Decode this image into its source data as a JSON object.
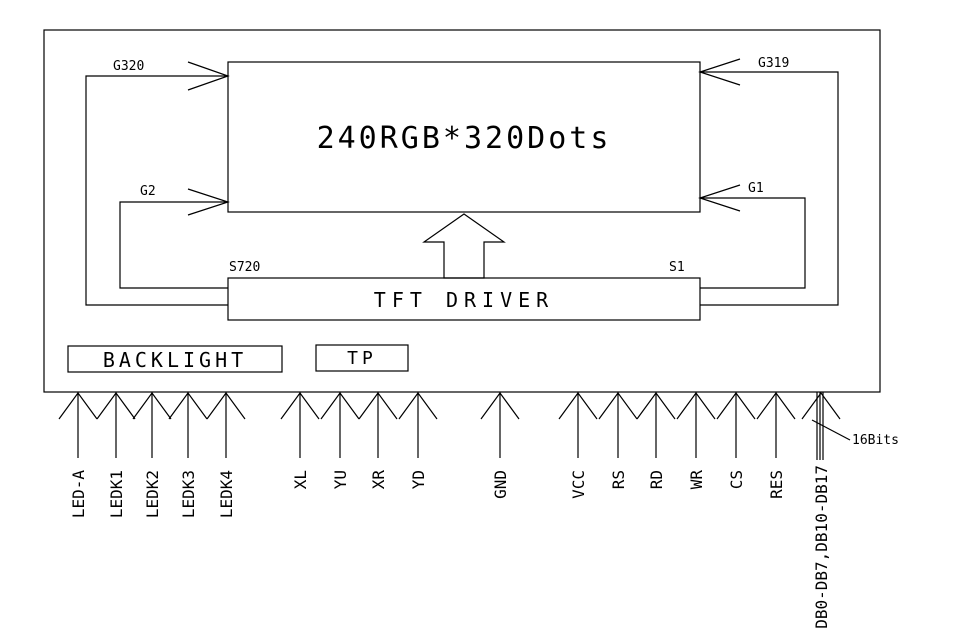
{
  "panel": {
    "title": "240RGB*320Dots",
    "gate_labels": {
      "top_left": "G320",
      "top_right": "G319",
      "mid_left": "G2",
      "mid_right": "G1"
    },
    "source_labels": {
      "left": "S720",
      "right": "S1"
    }
  },
  "driver": {
    "label": "TFT DRIVER"
  },
  "blocks": {
    "backlight": "BACKLIGHT",
    "tp": "TP"
  },
  "bus_note": "16Bits",
  "pins": [
    {
      "id": "led-a",
      "label": "LED-A"
    },
    {
      "id": "ledk1",
      "label": "LEDK1"
    },
    {
      "id": "ledk2",
      "label": "LEDK2"
    },
    {
      "id": "ledk3",
      "label": "LEDK3"
    },
    {
      "id": "ledk4",
      "label": "LEDK4"
    },
    {
      "id": "xl",
      "label": "XL"
    },
    {
      "id": "yu",
      "label": "YU"
    },
    {
      "id": "xr",
      "label": "XR"
    },
    {
      "id": "yd",
      "label": "YD"
    },
    {
      "id": "gnd",
      "label": "GND"
    },
    {
      "id": "vcc",
      "label": "VCC"
    },
    {
      "id": "rs",
      "label": "RS"
    },
    {
      "id": "rd",
      "label": "RD"
    },
    {
      "id": "wr",
      "label": "WR"
    },
    {
      "id": "cs",
      "label": "CS"
    },
    {
      "id": "res",
      "label": "RES"
    },
    {
      "id": "db",
      "label": "DB0-DB7,DB10-DB17"
    }
  ]
}
